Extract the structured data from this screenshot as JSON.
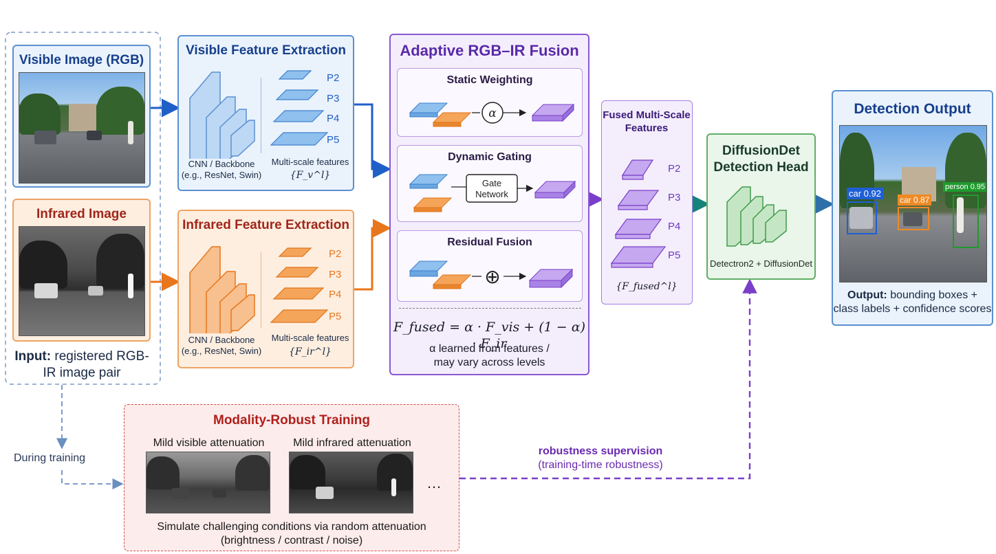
{
  "input": {
    "visible_title": "Visible Image (RGB)",
    "infrared_title": "Infrared Image",
    "caption_bold": "Input:",
    "caption_rest": "registered RGB-IR image pair"
  },
  "visible_extraction": {
    "title": "Visible Feature Extraction",
    "backbone_line1": "CNN / Backbone",
    "backbone_line2": "(e.g., ResNet, Swin)",
    "multiscale_label": "Multi-scale features",
    "set_symbol": "{F_v^l}",
    "levels": [
      "P2",
      "P3",
      "P4",
      "P5"
    ]
  },
  "infrared_extraction": {
    "title": "Infrared Feature Extraction",
    "backbone_line1": "CNN / Backbone",
    "backbone_line2": "(e.g., ResNet, Swin)",
    "multiscale_label": "Multi-scale features",
    "set_symbol": "{F_ir^l}",
    "levels": [
      "P2",
      "P3",
      "P4",
      "P5"
    ]
  },
  "fusion": {
    "title": "Adaptive RGB–IR Fusion",
    "static_title": "Static Weighting",
    "static_symbol": "α",
    "dynamic_title": "Dynamic Gating",
    "gate_line1": "Gate",
    "gate_line2": "Network",
    "residual_title": "Residual Fusion",
    "residual_symbol": "⊕",
    "formula": "F_fused = α · F_vis + (1 − α) · F_ir",
    "note_line1": "α learned from features /",
    "note_line2": "may vary across levels"
  },
  "fused": {
    "title_line1": "Fused Multi-Scale",
    "title_line2": "Features",
    "levels": [
      "P2",
      "P3",
      "P4",
      "P5"
    ],
    "set_symbol": "{F_fused^l}"
  },
  "head": {
    "title_line1": "DiffusionDet",
    "title_line2": "Detection Head",
    "caption": "Detectron2 + DiffusionDet"
  },
  "output": {
    "title": "Detection Output",
    "caption_bold": "Output:",
    "caption_rest1": "bounding boxes +",
    "caption_rest2": "class labels + confidence scores",
    "detections": [
      {
        "label": "car 0.92",
        "color": "#1f5fd6"
      },
      {
        "label": "car 0.87",
        "color": "#f08a24"
      },
      {
        "label": "person 0.95",
        "color": "#1f9a2e"
      }
    ]
  },
  "training": {
    "side_label": "During training",
    "title": "Modality-Robust Training",
    "visible_att": "Mild visible attenuation",
    "infrared_att": "Mild infrared attenuation",
    "ellipsis": "…",
    "caption_line1": "Simulate challenging conditions via random attenuation",
    "caption_line2": "(brightness / contrast / noise)",
    "supervision_line1": "robustness supervision",
    "supervision_line2": "(training-time robustness)"
  },
  "colors": {
    "blue": "#1f5fc8",
    "orange": "#e8761c",
    "purple": "#7a3fc8",
    "green": "#3f9a4a",
    "red": "#b0201c",
    "teal": "#16837a"
  }
}
